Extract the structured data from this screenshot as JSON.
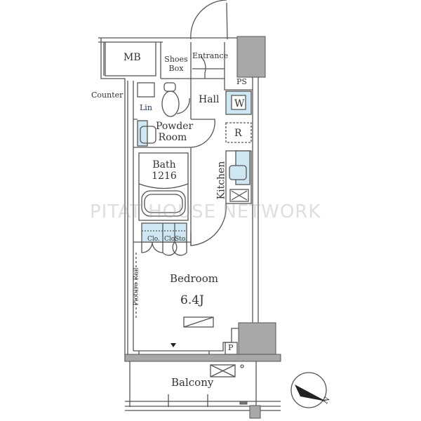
{
  "rooms": {
    "mb": "MB",
    "shoes_box": [
      "Shoes",
      "Box"
    ],
    "entrance": "Entrance",
    "ps": "PS",
    "counter": "Counter",
    "hall": "Hall",
    "washer": "W",
    "refrigerator": "R",
    "lin": "Lin",
    "powder_room": [
      "Powder",
      "Room"
    ],
    "bath": [
      "Bath",
      "1216"
    ],
    "kitchen": "Kitchen",
    "closets": [
      "Clo.",
      "Clo.",
      "Sto."
    ],
    "picture_rail": "Picture Rail",
    "bedroom": "Bedroom",
    "bedroom_size": "6.4J",
    "pipe": "P",
    "balcony": "Balcony"
  },
  "compass": "N",
  "watermark": "PITAT HOUSE NETWORK",
  "colors": {
    "fixture_fill": "#cfe7f3",
    "wall_fill": "#a8a8a8",
    "line": "#555555"
  }
}
